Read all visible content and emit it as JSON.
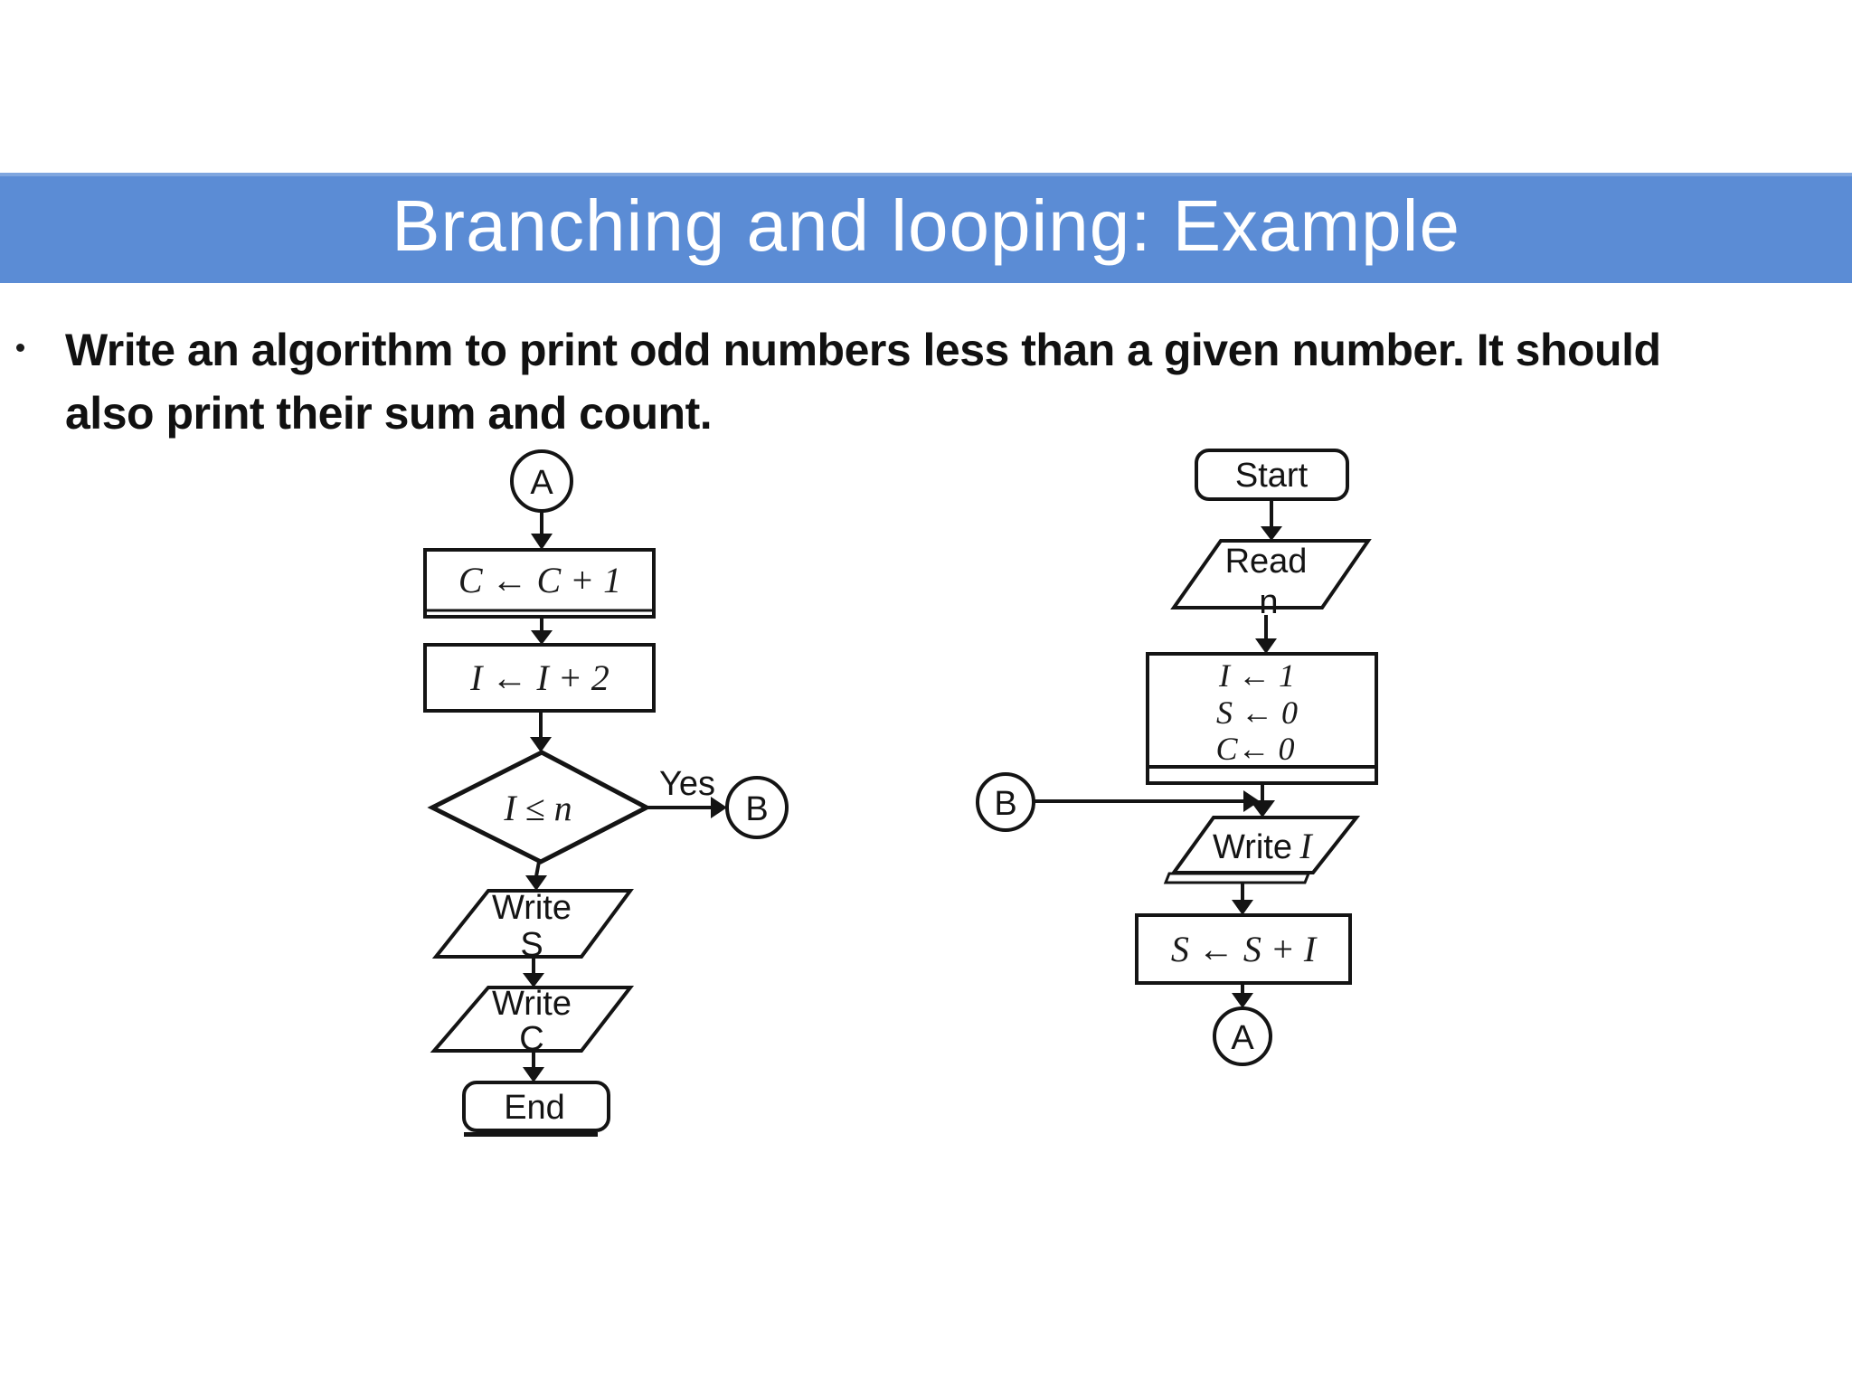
{
  "title": "Branching and looping: Example",
  "bullet": {
    "line1": "Write an algorithm to print odd numbers less than a given number. It should",
    "line2": "also print their sum and count."
  },
  "colors": {
    "banner": "#5B8CD5",
    "banner_highlight": "#7FA6DF",
    "ink": "#141414"
  },
  "left_chart": {
    "connector_a": "A",
    "step_count": "C ← C + 1",
    "step_incr": "I ← I + 2",
    "decision": "I ≤ n",
    "yes_label": "Yes",
    "connector_b": "B",
    "write_sum_line1": "Write",
    "write_sum_line2": "S",
    "write_count_line1": "Write",
    "write_count_line2": "C",
    "end_label": "End"
  },
  "right_chart": {
    "start_label": "Start",
    "read_line1": "Read",
    "read_line2": "n",
    "init_line1": "I  ← 1",
    "init_line2": "S ← 0",
    "init_line3": "C← 0",
    "connector_b": "B",
    "write_label": "Write",
    "write_var": "I",
    "step_sum": "S ← S + I",
    "connector_a": "A"
  }
}
